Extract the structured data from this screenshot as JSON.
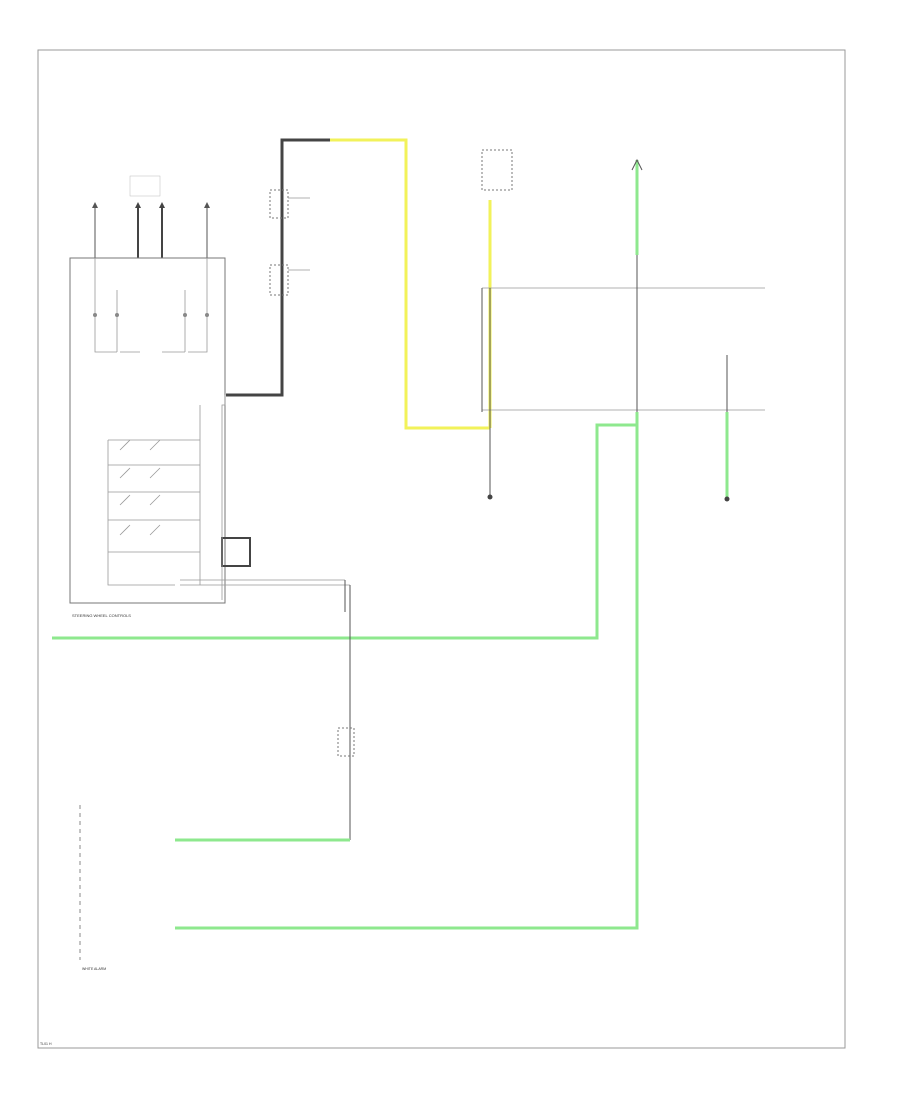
{
  "labels": {
    "steering_wheel_controls": "STEERING WHEEL CONTROLS",
    "page_ref": "TL01 H",
    "left_id": "WHITE ALARM"
  },
  "colors": {
    "frame": "#999999",
    "wire_gray": "#555555",
    "wire_yellow": "#f2f25a",
    "wire_green": "#8ee88e",
    "wire_dark": "#444444"
  }
}
